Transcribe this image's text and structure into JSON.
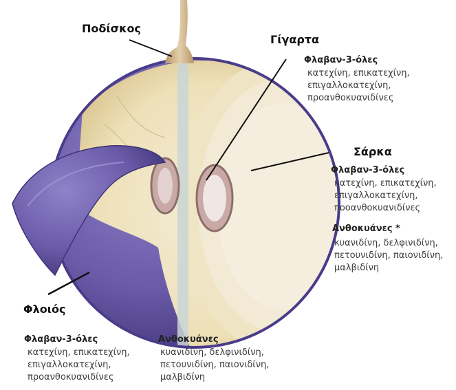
{
  "labels": {
    "stem": "Ποδίσκος",
    "seed": "Γίγαρτα",
    "flesh": "Σάρκα",
    "skin": "Φλοιός"
  },
  "seed": {
    "heading": "Φλαβαν-3-όλες",
    "lines": [
      "κατεχίνη, επικατεχίνη,",
      "επιγαλλοκατεχίνη,",
      "προανθοκυανιδίνες"
    ]
  },
  "flesh": {
    "heading1": "Φλαβαν-3-όλες",
    "lines1": [
      "κατεχίνη, επικατεχίνη,",
      "επιγαλλοκατεχίνη,",
      "ποοανθοκυανιδίνες"
    ],
    "heading2": "Ανθοκυάνες *",
    "lines2": [
      "κυανιδίνη, δελφινιδίνη,",
      "πετουνιδίνη, παιονιδίνη,",
      "μαλβιδίνη"
    ]
  },
  "skin": {
    "heading1": "Φλαβαν-3-όλες",
    "lines1": [
      "κατεχίνη, επικατεχίνη,",
      "επιγαλλοκατεχίνη,",
      "προανθοκυανιδίνες"
    ],
    "heading2": "Ανθοκυάνες",
    "lines2": [
      "κυανιδίνη, δελφινιδίνη,",
      "πετουνιδίνη, παιονιδίνη,",
      "μαλβιδίνη"
    ]
  },
  "colors": {
    "skin_purple": "#6a5aa8",
    "flesh_beige": "#efe1b3",
    "seed_pink": "#c9a9a6",
    "stem_tan": "#c9ad86"
  }
}
